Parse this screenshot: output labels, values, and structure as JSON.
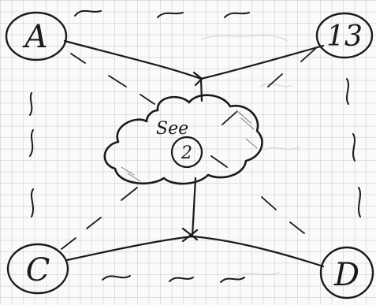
{
  "diagram": {
    "nodes": [
      {
        "id": "A",
        "label": "A"
      },
      {
        "id": "B",
        "label": "13"
      },
      {
        "id": "C",
        "label": "C"
      },
      {
        "id": "D",
        "label": "D"
      }
    ],
    "cloud": {
      "note": "See",
      "number": "2"
    },
    "colors": {
      "ink": "#1a1a1a",
      "grid": "#a0aab4",
      "paper": "#fafaf8"
    }
  }
}
